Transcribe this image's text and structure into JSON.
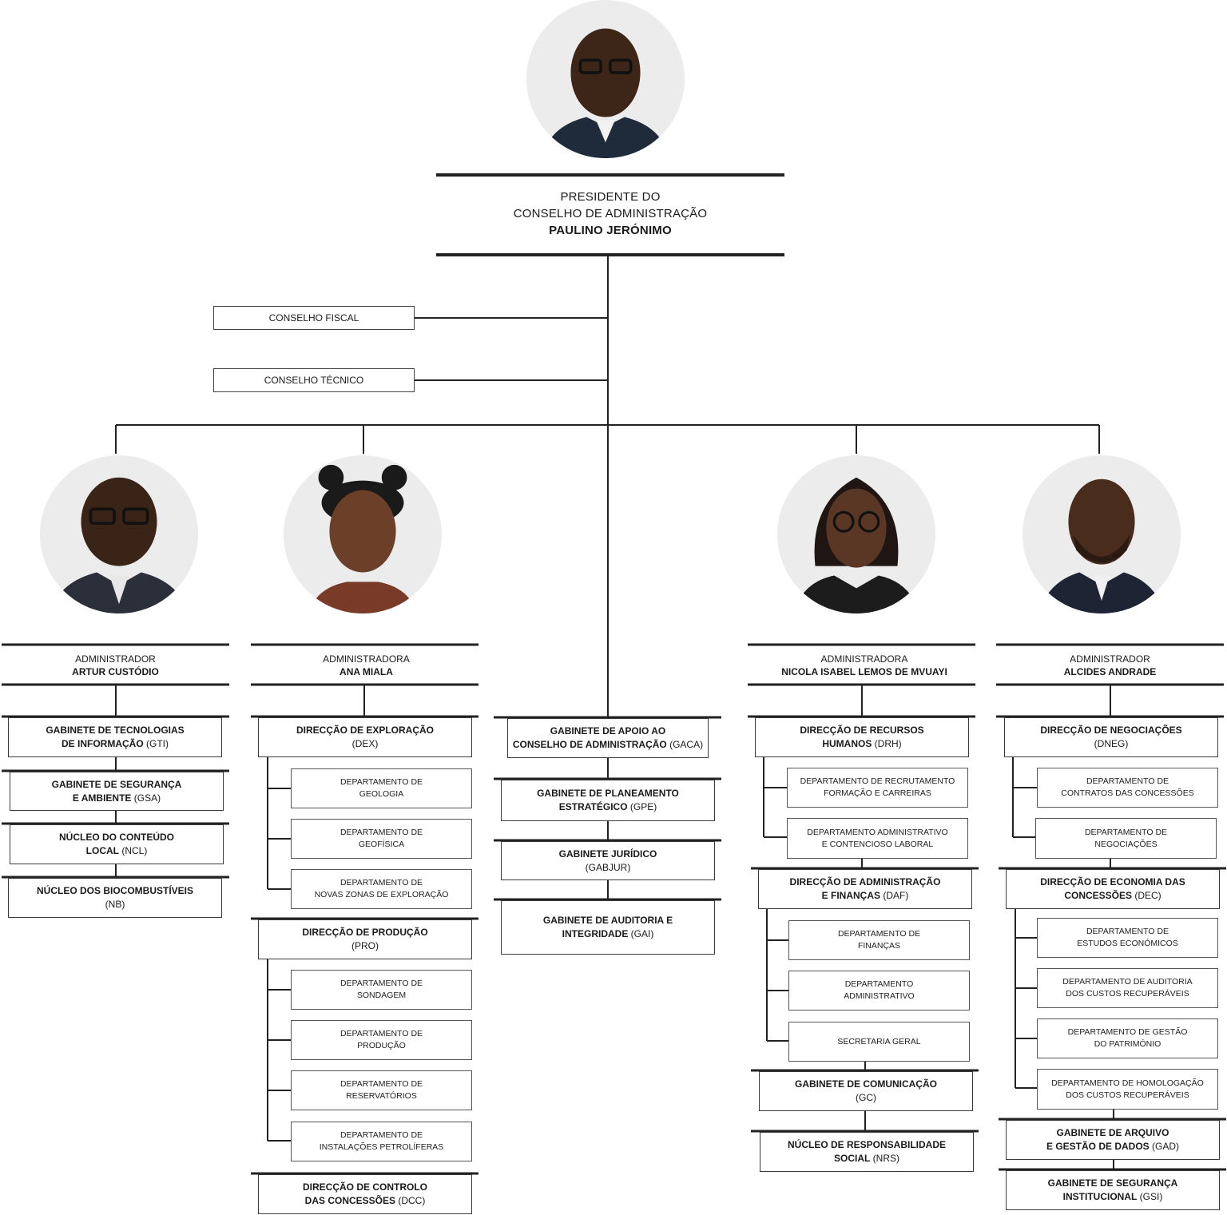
{
  "president": {
    "role_line1": "PRESIDENTE DO",
    "role_line2": "CONSELHO DE ADMINISTRAÇÃO",
    "name": "PAULINO JERÓNIMO"
  },
  "councils": {
    "fiscal": "CONSELHO FISCAL",
    "tecnico": "CONSELHO TÉCNICO"
  },
  "admins": [
    {
      "role": "ADMINISTRADOR",
      "name": "ARTUR CUSTÓDIO"
    },
    {
      "role": "ADMINISTRADORA",
      "name": "ANA MIALA"
    },
    {
      "role": "ADMINISTRADORA",
      "name": "NICOLA ISABEL LEMOS DE MVUAYI"
    },
    {
      "role": "ADMINISTRADOR",
      "name": "ALCIDES ANDRADE"
    }
  ],
  "col1": [
    {
      "l1": "GABINETE DE TECNOLOGIAS",
      "l2": "DE INFORMAÇÃO",
      "abbr": " (GTI)"
    },
    {
      "l1": "GABINETE DE SEGURANÇA",
      "l2": "E AMBIENTE",
      "abbr": " (GSA)"
    },
    {
      "l1": "NÚCLEO DO CONTEÚDO",
      "l2": "LOCAL",
      "abbr": " (NCL)"
    },
    {
      "l1": "NÚCLEO DOS BIOCOMBUSTÍVEIS",
      "abbr2": "(NB)"
    }
  ],
  "col2": {
    "dex": {
      "l1": "DIRECÇÃO DE EXPLORAÇÃO",
      "abbr2": "(DEX)"
    },
    "dex_subs": [
      {
        "l1": "DEPARTAMENTO DE",
        "l2": "GEOLOGIA"
      },
      {
        "l1": "DEPARTAMENTO DE",
        "l2": "GEOFÍSICA"
      },
      {
        "l1": "DEPARTAMENTO DE",
        "l2": "NOVAS ZONAS DE EXPLORAÇÃO"
      }
    ],
    "pro": {
      "l1": "DIRECÇÃO DE PRODUÇÃO",
      "abbr2": "(PRO)"
    },
    "pro_subs": [
      {
        "l1": "DEPARTAMENTO DE",
        "l2": "SONDAGEM"
      },
      {
        "l1": "DEPARTAMENTO DE",
        "l2": "PRODUÇÃO"
      },
      {
        "l1": "DEPARTAMENTO DE",
        "l2": "RESERVATÓRIOS"
      },
      {
        "l1": "DEPARTAMENTO DE",
        "l2": "INSTALAÇÕES PETROLÍFERAS"
      }
    ],
    "dcc": {
      "l1": "DIRECÇÃO DE CONTROLO",
      "l2": "DAS CONCESSÕES",
      "abbr": " (DCC)"
    }
  },
  "center": [
    {
      "l1": "GABINETE DE APOIO AO",
      "l2": "CONSELHO DE ADMINISTRAÇÃO",
      "abbr": " (GACA)"
    },
    {
      "l1": "GABINETE DE PLANEAMENTO",
      "l2": "ESTRATÉGICO",
      "abbr": " (GPE)"
    },
    {
      "l1": "GABINETE JURÍDICO",
      "abbr2": "(GABJUR)"
    },
    {
      "l1": "GABINETE DE AUDITORIA E",
      "l2": "INTEGRIDADE",
      "abbr": " (GAI)"
    }
  ],
  "col4": {
    "drh": {
      "l1": "DIRECÇÃO DE RECURSOS",
      "l2": "HUMANOS",
      "abbr": " (DRH)"
    },
    "drh_subs": [
      {
        "l1": "DEPARTAMENTO DE RECRUTAMENTO",
        "l2": "FORMAÇÃO E CARREIRAS"
      },
      {
        "l1": "DEPARTAMENTO ADMINISTRATIVO",
        "l2": "E CONTENCIOSO LABORAL"
      }
    ],
    "daf": {
      "l1": "DIRECÇÃO DE ADMINISTRAÇÃO",
      "l2": "E FINANÇAS",
      "abbr": " (DAF)"
    },
    "daf_subs": [
      {
        "l1": "DEPARTAMENTO DE",
        "l2": "FINANÇAS"
      },
      {
        "l1": "DEPARTAMENTO",
        "l2": "ADMINISTRATIVO"
      },
      {
        "l1": "SECRETARIA GERAL"
      }
    ],
    "gc": {
      "l1": "GABINETE DE COMUNICAÇÃO",
      "abbr2": "(GC)"
    },
    "nrs": {
      "l1": "NÚCLEO DE RESPONSABILIDADE",
      "l2": "SOCIAL",
      "abbr": " (NRS)"
    }
  },
  "col5": {
    "dneg": {
      "l1": "DIRECÇÃO DE NEGOCIAÇÕES",
      "abbr2": "(DNEG)"
    },
    "dneg_subs": [
      {
        "l1": "DEPARTAMENTO DE",
        "l2": "CONTRATOS DAS CONCESSÕES"
      },
      {
        "l1": "DEPARTAMENTO DE",
        "l2": "NEGOCIAÇÕES"
      }
    ],
    "dec": {
      "l1": "DIRECÇÃO DE ECONOMIA DAS",
      "l2": "CONCESSÕES",
      "abbr": " (DEC)"
    },
    "dec_subs": [
      {
        "l1": "DEPARTAMENTO DE",
        "l2": "ESTUDOS ECONÓMICOS"
      },
      {
        "l1": "DEPARTAMENTO DE AUDITORIA",
        "l2": "DOS CUSTOS RECUPERÁVEIS"
      },
      {
        "l1": "DEPARTAMENTO DE GESTÃO",
        "l2": "DO PATRIMÓNIO"
      },
      {
        "l1": "DEPARTAMENTO DE HOMOLOGAÇÃO",
        "l2": "DOS CUSTOS RECUPERÁVEIS"
      }
    ],
    "gad": {
      "l1": "GABINETE DE ARQUIVO",
      "l2": "E GESTÃO DE DADOS",
      "abbr": " (GAD)"
    },
    "gsi": {
      "l1": "GABINETE DE SEGURANÇA",
      "l2": "INSTITUCIONAL",
      "abbr": " (GSI)"
    }
  }
}
